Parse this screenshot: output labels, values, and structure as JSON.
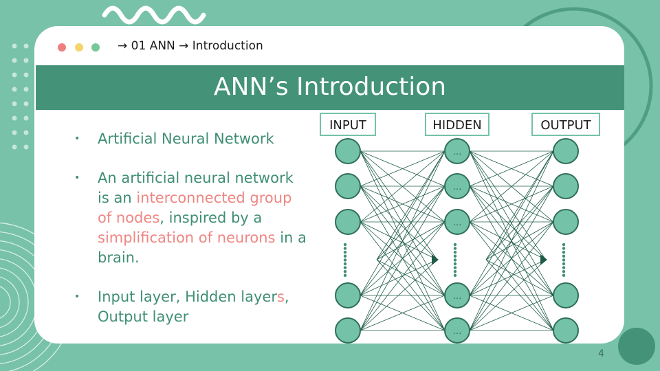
{
  "breadcrumb": "→ 01 ANN → Introduction",
  "title": "ANN’s Introduction",
  "bullets": {
    "item1": "Artificial Neural Network",
    "item2": {
      "p1": "An artificial neural network is an ",
      "h1": "interconnected group of nodes",
      "p2": ", inspired by a ",
      "h2": "simplification of neurons",
      "p3": " in a brain."
    },
    "item3": {
      "p1": "Input layer, Hidden layer",
      "h1": "s",
      "p2": ", Output layer"
    }
  },
  "network": {
    "layers": [
      "INPUT",
      "HIDDEN",
      "OUTPUT"
    ],
    "hidden_node_text": "…",
    "nodes_per_layer_shown": 5,
    "colors": {
      "node_fill": "#74c2a8",
      "node_stroke": "#2f6e58",
      "line": "#1f5c47",
      "label_border": "#74c2a8"
    }
  },
  "window_dots": [
    "#ee7f7f",
    "#f4d56d",
    "#77c79a"
  ],
  "colors": {
    "background": "#77c2a8",
    "band": "#449379",
    "text_green": "#3f8e74",
    "highlight": "#ee8683"
  },
  "page_number": "4"
}
